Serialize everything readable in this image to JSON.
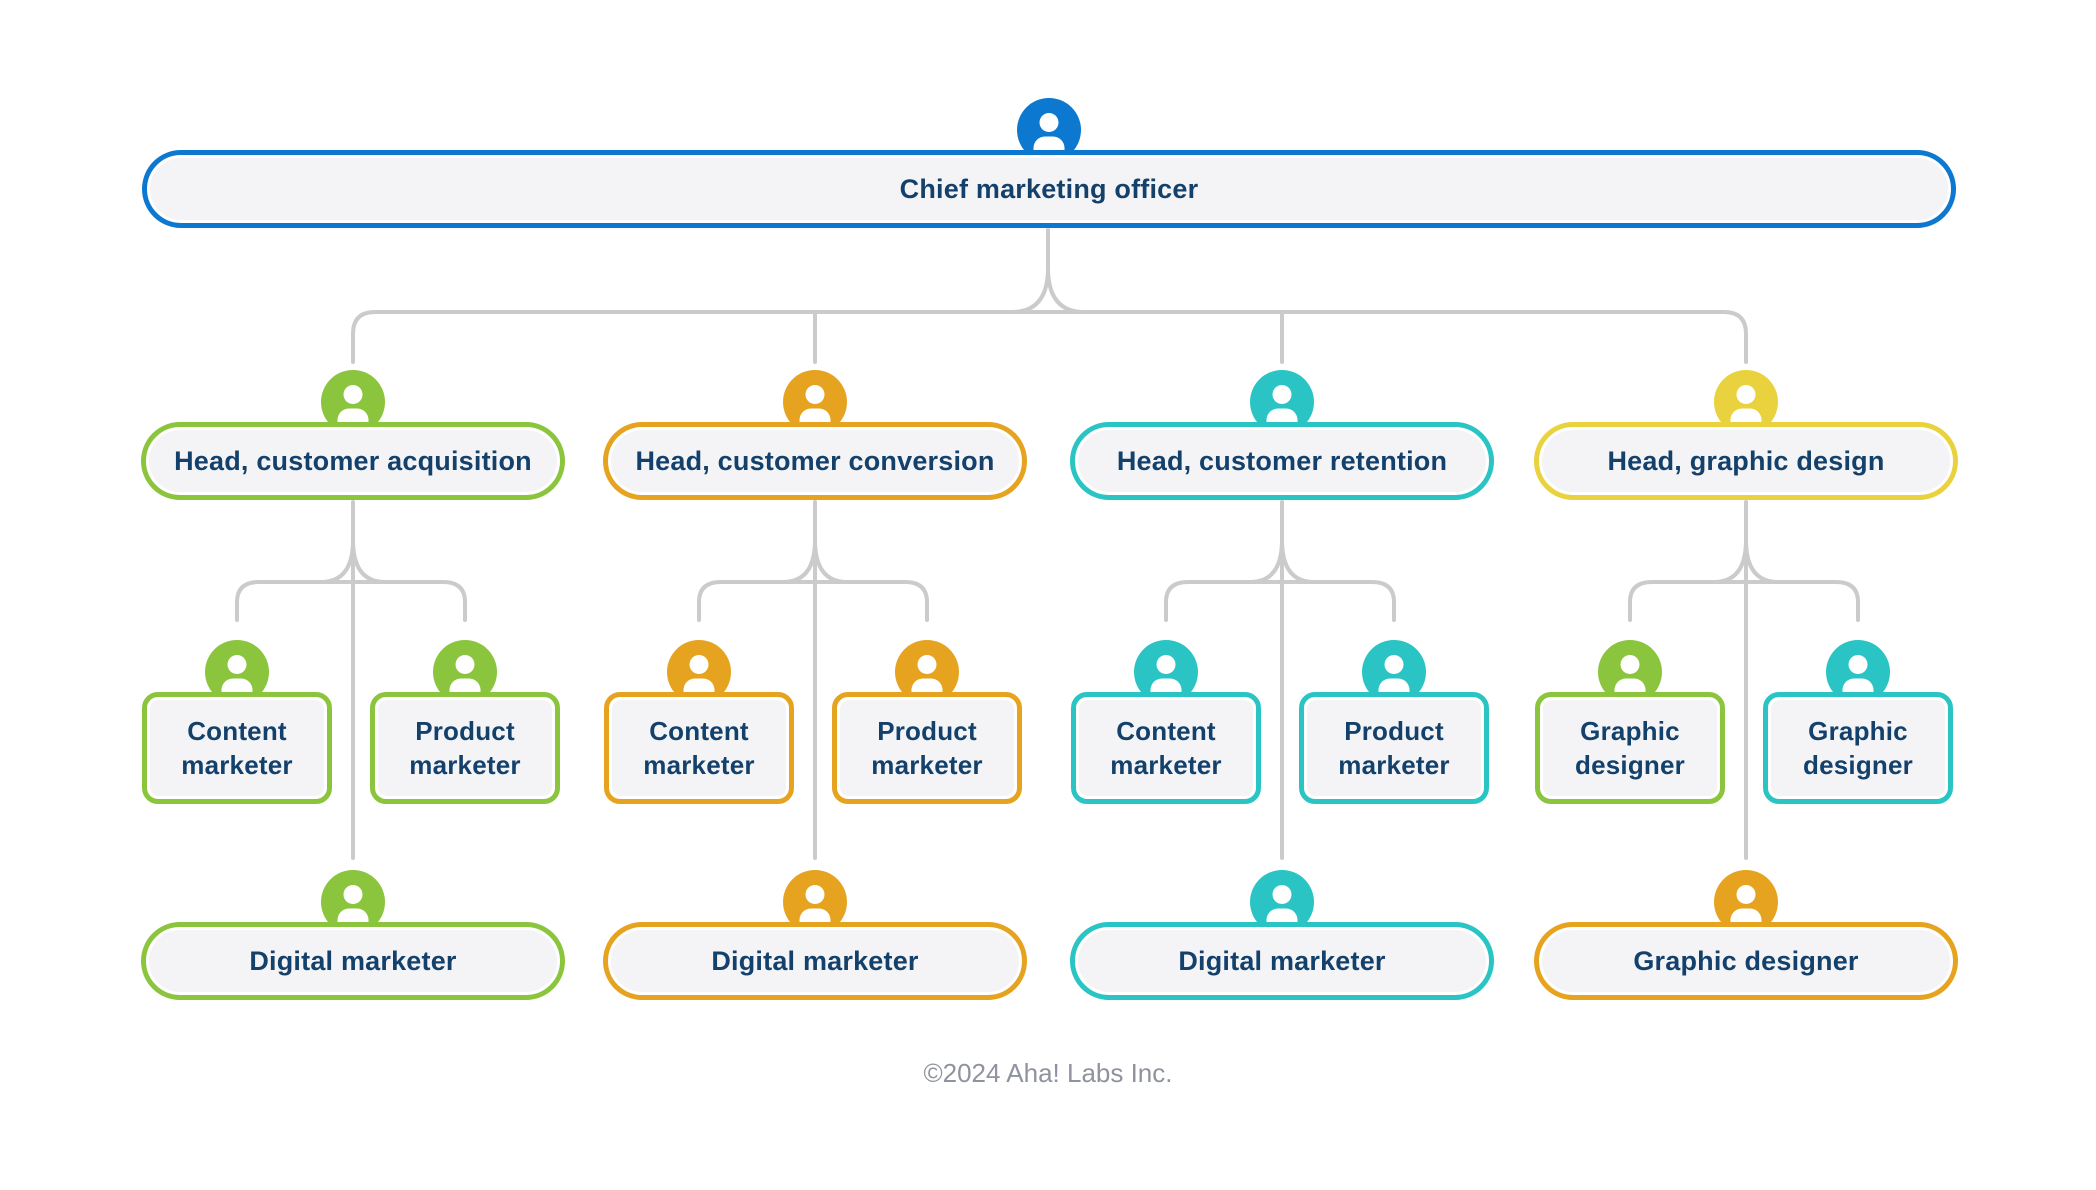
{
  "footer": {
    "text": "©2024 Aha! Labs Inc."
  },
  "colors": {
    "blue": "#0d78cf",
    "green": "#8bc43d",
    "orange": "#e6a31f",
    "teal": "#2bc4c4",
    "yellow": "#e9d23d",
    "text_navy": "#14416b",
    "connector_gray": "#cbcbcb",
    "box_fill": "#f4f4f6",
    "footer_gray": "#8e939d"
  },
  "icons": {
    "person": "person-icon"
  },
  "org": {
    "root": {
      "label": "Chief marketing officer",
      "color": "blue"
    },
    "columns": [
      {
        "head": {
          "label": "Head, customer acquisition",
          "color": "green"
        },
        "children": [
          {
            "label": "Content marketer",
            "color": "green"
          },
          {
            "label": "Product marketer",
            "color": "green"
          }
        ],
        "report": {
          "label": "Digital marketer",
          "color": "green"
        }
      },
      {
        "head": {
          "label": "Head, customer conversion",
          "color": "orange"
        },
        "children": [
          {
            "label": "Content marketer",
            "color": "orange"
          },
          {
            "label": "Product marketer",
            "color": "orange"
          }
        ],
        "report": {
          "label": "Digital marketer",
          "color": "orange"
        }
      },
      {
        "head": {
          "label": "Head, customer retention",
          "color": "teal"
        },
        "children": [
          {
            "label": "Content marketer",
            "color": "teal"
          },
          {
            "label": "Product marketer",
            "color": "teal"
          }
        ],
        "report": {
          "label": "Digital marketer",
          "color": "teal"
        }
      },
      {
        "head": {
          "label": "Head, graphic design",
          "color": "yellow"
        },
        "children": [
          {
            "label": "Graphic designer",
            "color": "green"
          },
          {
            "label": "Graphic designer",
            "color": "teal"
          }
        ],
        "report": {
          "label": "Graphic designer",
          "color": "orange"
        }
      }
    ]
  }
}
